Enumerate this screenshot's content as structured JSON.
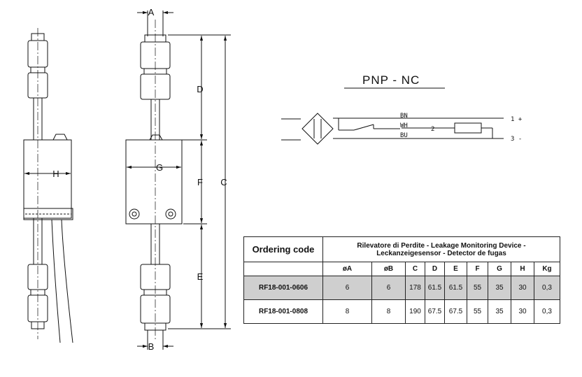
{
  "dimension_labels": {
    "A": "A",
    "B": "B",
    "C": "C",
    "D": "D",
    "E": "E",
    "F": "F",
    "G": "G",
    "H": "H"
  },
  "schematic": {
    "title": "PNP - NC",
    "wire_bn": "BN",
    "wire_wh": "WH",
    "wire_bu": "BU",
    "label_2": "2",
    "terminal_1": "1 +",
    "terminal_3": "3 -"
  },
  "table": {
    "ordering_header": "Ordering code",
    "description_lines": [
      "Rilevatore di Perdite - Leakage Monitoring Device -",
      "Leckanzeigesensor - Detector de fugas"
    ],
    "columns": [
      "øA",
      "øB",
      "C",
      "D",
      "E",
      "F",
      "G",
      "H",
      "Kg"
    ],
    "rows": [
      {
        "code": "RF18-001-0606",
        "values": [
          "6",
          "6",
          "178",
          "61.5",
          "61.5",
          "55",
          "35",
          "30",
          "0,3"
        ],
        "shaded": true
      },
      {
        "code": "RF18-001-0808",
        "values": [
          "8",
          "8",
          "190",
          "67.5",
          "67.5",
          "55",
          "35",
          "30",
          "0,3"
        ],
        "shaded": false
      }
    ]
  }
}
